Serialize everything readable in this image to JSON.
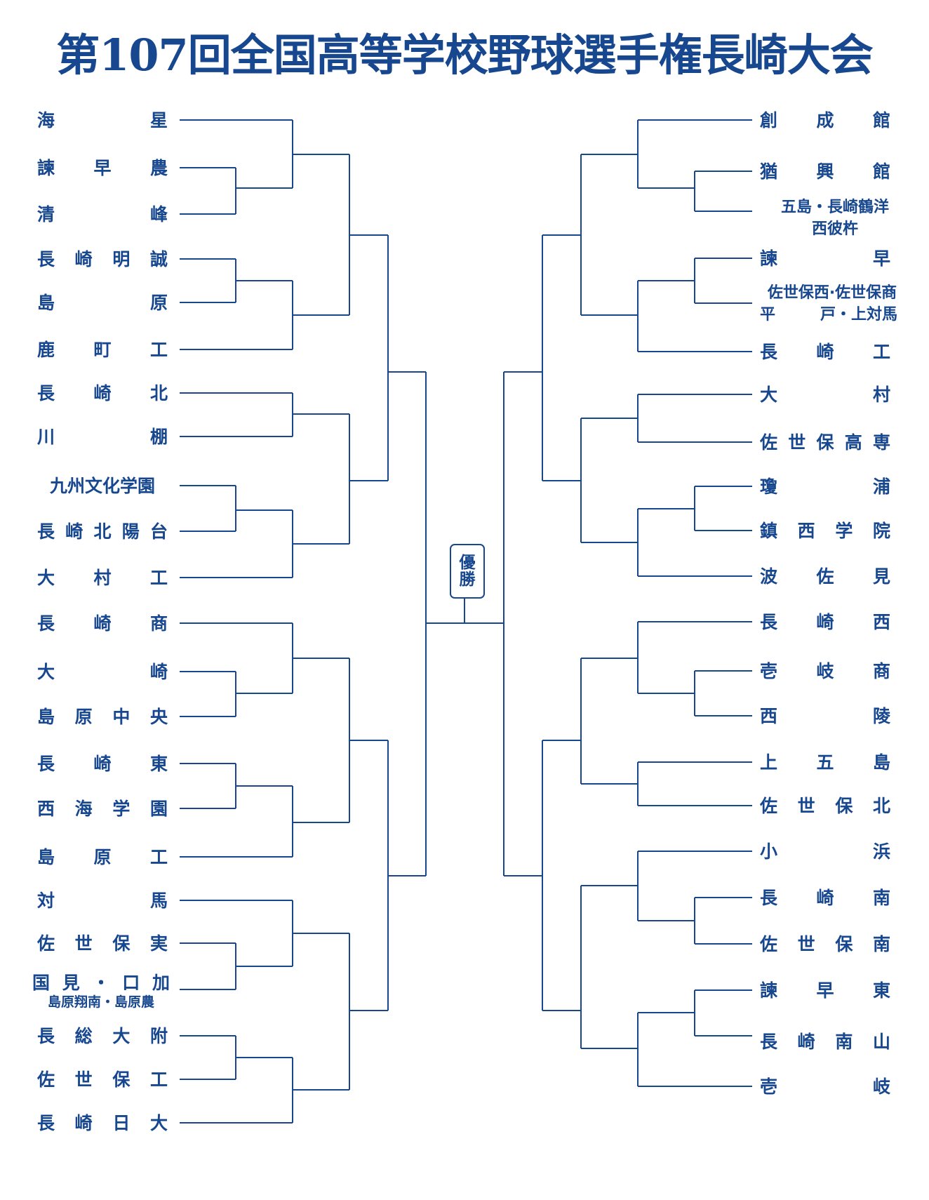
{
  "title": "第107回全国高等学校野球選手権長崎大会",
  "colors": {
    "primary": "#17478f"
  },
  "winner_label": [
    "優",
    "勝"
  ],
  "left_teams": [
    "海　　星",
    "諫　早　農",
    "清　　峰",
    "長崎明誠",
    "島　　原",
    "鹿　町　工",
    "長　崎　北",
    "川　　棚",
    "九州文化学園",
    "長崎北陽台",
    "大　村　工",
    "長　崎　商",
    "大　　崎",
    "島原中央",
    "長　崎　東",
    "西海学園",
    "島　原　工",
    "対　　馬",
    "佐世保実",
    "国見・口加",
    "島原翔南・島原農",
    "長総大附",
    "佐世保工",
    "長崎日大"
  ],
  "right_teams": [
    "創　成　館",
    "猶　興　館",
    "五島・長崎鶴洋",
    "西彼杵",
    "諫　　早",
    "佐世保西·佐世保商",
    "平　戸・上対馬",
    "長　崎　工",
    "大　　村",
    "佐世保高専",
    "瓊　　浦",
    "鎮西学院",
    "波　佐　見",
    "長　崎　西",
    "壱　岐　商",
    "西　　陵",
    "上　五　島",
    "佐世保北",
    "小　　浜",
    "長　崎　南",
    "佐世保南",
    "諫　早　東",
    "長崎南山",
    "壱　　岐"
  ]
}
